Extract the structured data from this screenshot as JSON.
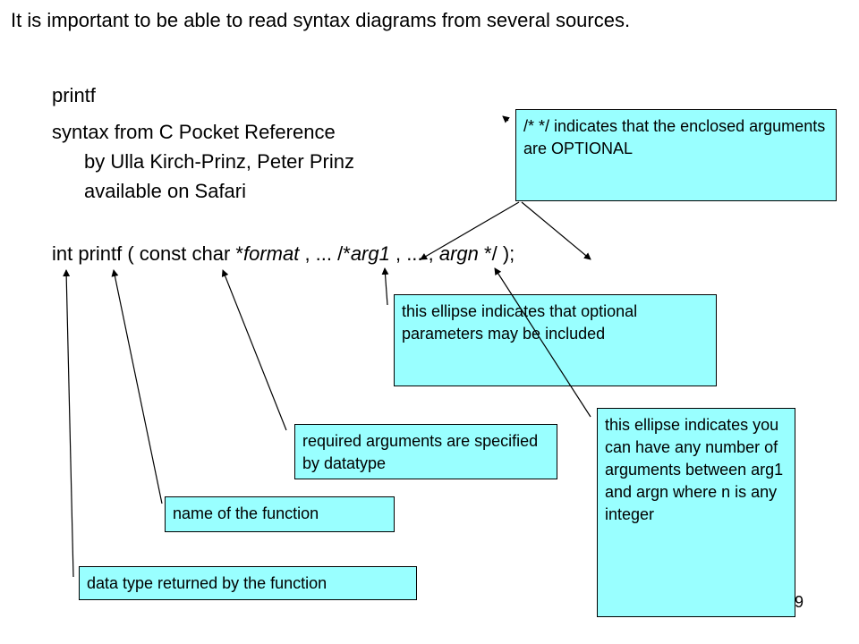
{
  "slide": {
    "title": "It is important to be able to read syntax diagrams from several sources.",
    "heading": "printf",
    "source_line1": "syntax from C Pocket Reference",
    "source_line2": "by Ulla Kirch-Prinz, Peter Prinz",
    "source_line3": "available on Safari",
    "page_number": "9"
  },
  "code": {
    "p1": "int printf ( const char *",
    "p2": "format",
    "p3": " , ... /*",
    "p4": "arg1",
    "p5": " , ... , ",
    "p6": "argn",
    "p7": " */ );"
  },
  "callouts": {
    "optional": "/* */ indicates that the enclosed arguments are OPTIONAL",
    "ellipse_optional": "this ellipse indicates that optional parameters may be included",
    "required_args": "required arguments are specified by datatype",
    "any_number": "this ellipse indicates you can have any number of arguments between arg1 and argn where n is any integer",
    "function_name": "name of the function",
    "return_type": "data type returned by the function"
  },
  "colors": {
    "callout_fill": "#99ffff",
    "text": "#000000",
    "background": "#ffffff"
  }
}
